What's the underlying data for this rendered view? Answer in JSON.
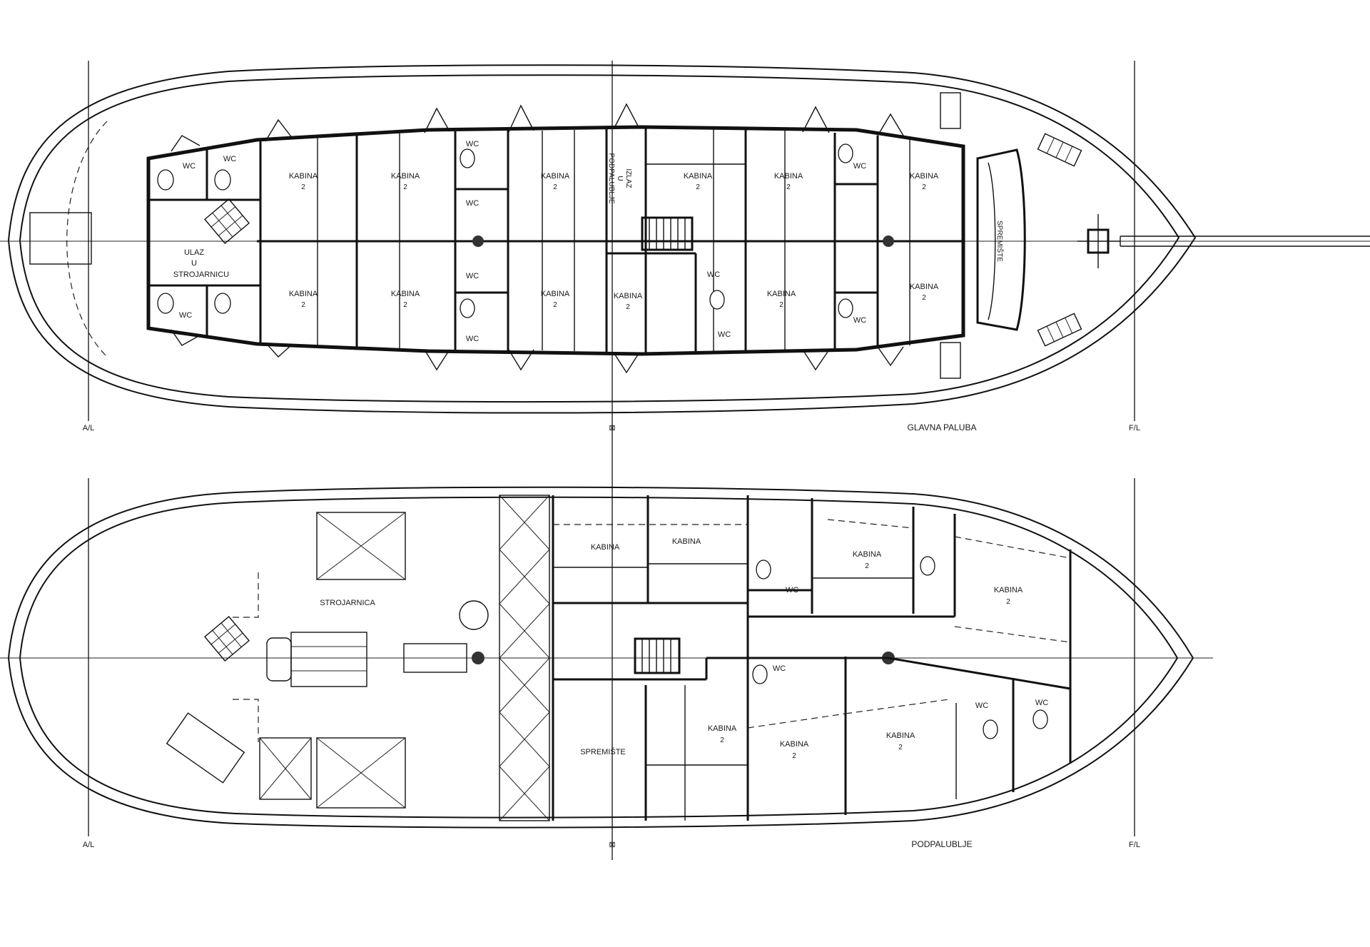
{
  "decks": [
    {
      "name": "GLAVNA PALUBA",
      "stations": [
        "A/L",
        "⊠",
        "F/L"
      ],
      "rooms": {
        "kabina": "KABINA",
        "two": "2",
        "wc": "WC",
        "ulaz_line1": "ULAZ",
        "ulaz_line2": "U",
        "ulaz_line3": "STROJARNICU",
        "izlaz_line1": "IZLAZ",
        "izlaz_line2": "U",
        "izlaz_line3": "PODPALUBLJE",
        "spremiste": "SPREMIŠTE"
      }
    },
    {
      "name": "PODPALUBLJE",
      "stations": [
        "A/L",
        "⊠",
        "F/L"
      ],
      "rooms": {
        "strojarnica": "STROJARNICA",
        "spremiste": "SPREMIŠTE",
        "kabina": "KABINA",
        "two": "2",
        "wc": "WC"
      }
    }
  ],
  "icons": [
    "propeller-icon",
    "anchor-winch-icon",
    "ladder-icon",
    "liferaft-icon",
    "mast-icon"
  ]
}
